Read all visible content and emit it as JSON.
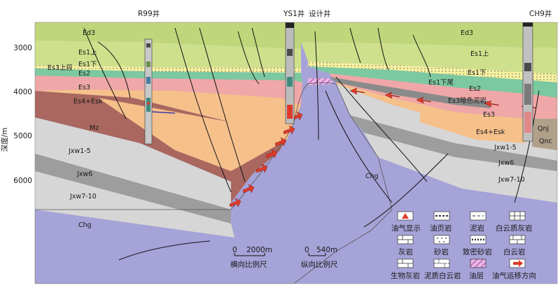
{
  "wells": [
    {
      "name": "R99井"
    },
    {
      "name": "YS1井"
    },
    {
      "name": "设计井"
    },
    {
      "name": "CH9井"
    }
  ],
  "depth_axis": {
    "label": "深度/m",
    "ticks": [
      "3000",
      "4000",
      "5000",
      "6000"
    ]
  },
  "strata_labels": {
    "left": [
      "Ed3",
      "Es1上",
      "Es1下",
      "Es2",
      "Es3",
      "Es3上段",
      "Es4+Esk",
      "Mz",
      "Jxw1-5",
      "Jxw6",
      "Jxw7-10",
      "Chg"
    ],
    "right": [
      "Ed3",
      "Es1上",
      "Es1下",
      "Es1下尾",
      "Es2",
      "Es3暗色泥岩",
      "Es3",
      "Es4+Esk",
      "Jxw1-5",
      "Jxw6",
      "Jxw7-10",
      "Qnj",
      "Qnc",
      "Chg"
    ]
  },
  "scales": {
    "horizontal": {
      "zero": "0",
      "length": "2000m",
      "caption": "横向比例尺"
    },
    "vertical": {
      "zero": "0",
      "length": "540m",
      "caption": "纵向比例尺"
    }
  },
  "legend": [
    {
      "label": "油气显示",
      "icon": "triangle-icon"
    },
    {
      "label": "油页岩",
      "icon": "oil-shale-icon"
    },
    {
      "label": "泥岩",
      "icon": "mudstone-icon"
    },
    {
      "label": "白云质灰岩",
      "icon": "dolomitic-limestone-icon"
    },
    {
      "label": "灰岩",
      "icon": "limestone-icon"
    },
    {
      "label": "砂岩",
      "icon": "sandstone-icon"
    },
    {
      "label": "致密砂岩",
      "icon": "tight-sandstone-icon"
    },
    {
      "label": "白云岩",
      "icon": "dolomite-icon"
    },
    {
      "label": "生物灰岩",
      "icon": "bio-limestone-icon"
    },
    {
      "label": "泥质白云岩",
      "icon": "argillaceous-dolomite-icon"
    },
    {
      "label": "油层",
      "icon": "oil-layer-icon"
    },
    {
      "label": "油气运移方向",
      "icon": "migration-arrow-icon"
    }
  ],
  "colors": {
    "Ed3": "#bfd77a",
    "Es1": "#cfe08c",
    "Es2": "#7cc8a0",
    "Es3": "#f0a7a7",
    "Es4": "#f6c08b",
    "Mz": "#a9675f",
    "Jxw_light": "#d6d6d6",
    "Jxw_dark": "#9d9d9d",
    "Chg": "#a6a3d8",
    "Qn": "#b0a08a",
    "arrow": "#e03a2a"
  }
}
